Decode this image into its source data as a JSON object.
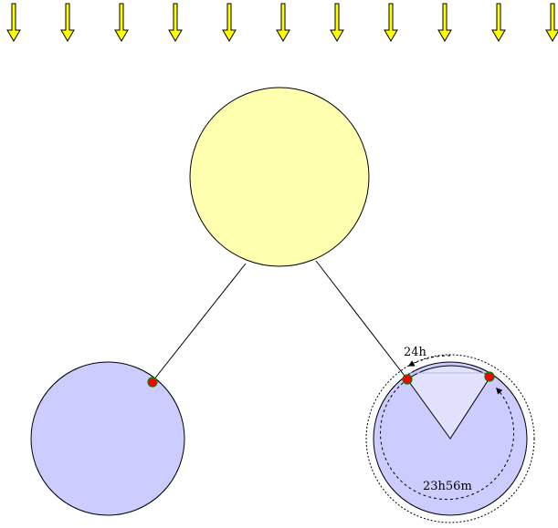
{
  "diagram": {
    "arrow_count": 11,
    "labels": {
      "solar_day": "24h",
      "sidereal_day": "23h56m"
    },
    "colors": {
      "sun_fill": "#ffffb0",
      "earth_fill": "#ccccff",
      "wedge_fill": "#e2e2ff",
      "sunlight_arrow_fill": "#ffff00",
      "observer_marker_fill": "#ff0000",
      "observer_marker_ring": "#008000",
      "stroke": "#000000"
    },
    "icons": {
      "sunlight": "down-arrow-icon",
      "observer": "dot-marker-icon"
    }
  }
}
